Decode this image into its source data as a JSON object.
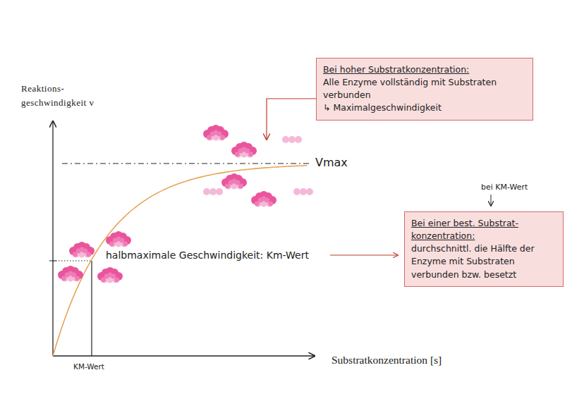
{
  "diagram": {
    "nodes": [
      {
        "text": [
          "Bei hoher Substratkonzentration:",
          "Alle Enzyme vollständig mit Substraten verbunden",
          "↳ Maximalgeschwindigkeit"
        ]
      },
      {
        "text": [
          "Bei einer best. Substrat- konzentration:",
          "durchschnittl. die Hälfte der Enzyme mit Substraten verbunden bzw. besetzt"
        ]
      }
    ],
    "labels": [
      "Reaktions- geschwindigkeit v",
      "Substratkonzentration [s]",
      "Vmax",
      "halbmaximale Geschwindigkeit: Km-Wert",
      "bei KM-Wert",
      "KM-Wert"
    ]
  }
}
